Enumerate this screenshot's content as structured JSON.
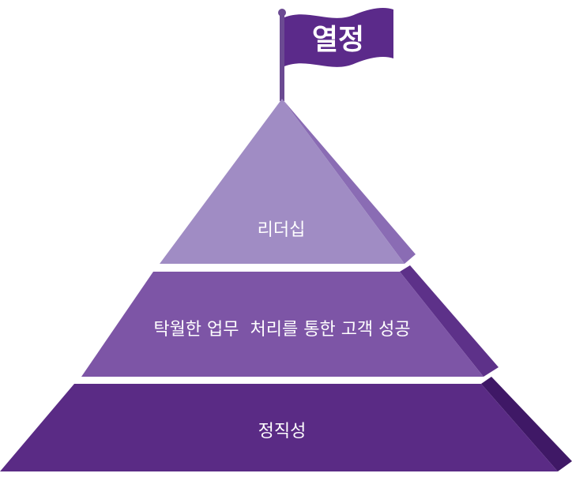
{
  "flag": {
    "label": "열정"
  },
  "pyramid": {
    "levels": [
      {
        "label": "리더십"
      },
      {
        "label": "탁월한 업무  처리를 통한 고객 성공"
      },
      {
        "label": "정직성"
      }
    ]
  },
  "colors": {
    "top_front": "#a08cc4",
    "top_side": "#8a6cb4",
    "middle_front": "#7d55a6",
    "middle_side": "#5d3189",
    "bottom_front": "#5a2b85",
    "bottom_side": "#3f1866",
    "flag": "#5b2a8a",
    "pole": "#6b4a92",
    "label_text": "#ffffff"
  }
}
